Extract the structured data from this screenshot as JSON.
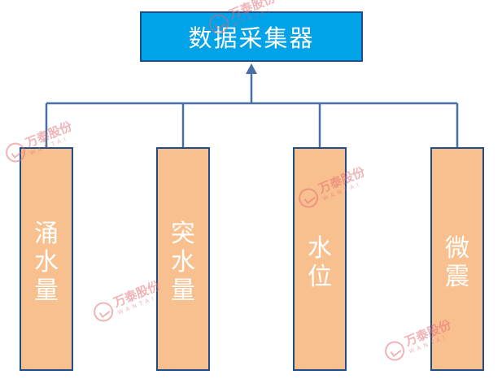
{
  "diagram": {
    "top_node": {
      "label": "数据采集器"
    },
    "sensors": [
      {
        "label": "涌水量"
      },
      {
        "label": "突水量"
      },
      {
        "label": "水位"
      },
      {
        "label": "微震"
      }
    ]
  },
  "watermark": {
    "text_cn": "万泰股份",
    "text_en": "WANTAI"
  },
  "colors": {
    "top_fill": "#00a2e8",
    "sensor_fill": "#f9c08f",
    "connector": "#4a6fa5",
    "outline": "#1c4e8c",
    "watermark": "#e36a73"
  }
}
